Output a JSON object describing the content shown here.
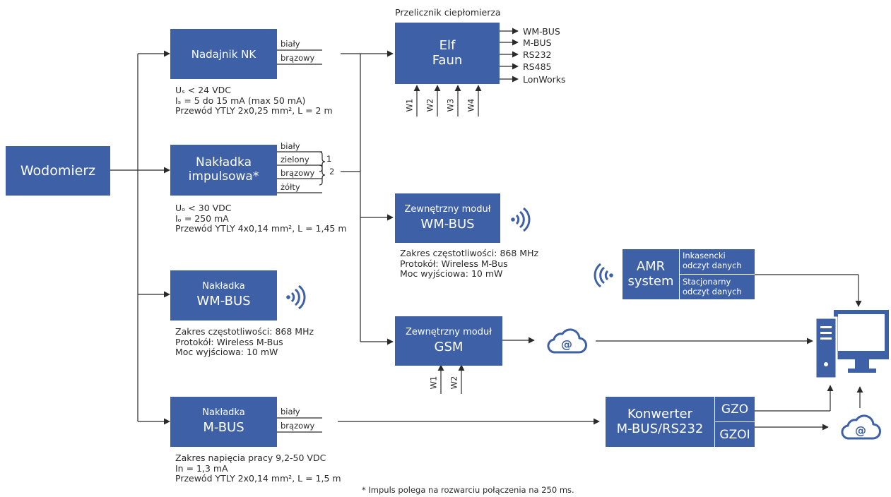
{
  "colors": {
    "box": "#3d60a6",
    "line": "#2a2a2a",
    "icon": "#3d60a6"
  },
  "wodomierz": {
    "label": "Wodomierz"
  },
  "nadajnik": {
    "label": "Nadajnik NK",
    "wire1": "biały",
    "wire2": "brązowy",
    "spec1": "Uₛ < 24 VDC",
    "spec2": "Iₛ = 5 do 15 mA (max 50 mA)",
    "spec3": "Przewód YTLY 2x0,25 mm², L = 2 m"
  },
  "impulsowa": {
    "line1": "Nakładka",
    "line2": "impulsowa*",
    "wire1": "biały",
    "wire2": "zielony",
    "wire3": "brązowy",
    "wire4": "żółty",
    "brace1": "1",
    "brace2": "2",
    "spec1": "Uₒ < 30 VDC",
    "spec2": "Iₒ = 250 mA",
    "spec3": "Przewód YTLY 4x0,14 mm², L = 1,45 m"
  },
  "wmbus_overlay": {
    "line1": "Nakładka",
    "line2": "WM-BUS",
    "spec1": "Zakres częstotliwości: 868 MHz",
    "spec2": "Protokół: Wireless M-Bus",
    "spec3": "Moc wyjściowa: 10 mW"
  },
  "mbus_overlay": {
    "line1": "Nakładka",
    "line2": "M-BUS",
    "wire1": "biały",
    "wire2": "brązowy",
    "spec1": "Zakres napięcia pracy 9,2-50 VDC",
    "spec2": "In = 1,3 mA",
    "spec3": "Przewód YTLY 2x0,14 mm², L = 1,5 m"
  },
  "elf": {
    "caption": "Przelicznik ciepłomierza",
    "line1": "Elf",
    "line2": "Faun",
    "outputs": [
      "WM-BUS",
      "M-BUS",
      "RS232",
      "RS485",
      "LonWorks"
    ],
    "inputs": [
      "W1",
      "W2",
      "W3",
      "W4"
    ]
  },
  "ext_wmbus": {
    "line1": "Zewnętrzny moduł",
    "line2": "WM-BUS",
    "spec1": "Zakres częstotliwości: 868 MHz",
    "spec2": "Protokół: Wireless M-Bus",
    "spec3": "Moc wyjściowa: 10 mW"
  },
  "ext_gsm": {
    "line1": "Zewnętrzny moduł",
    "line2": "GSM",
    "inputs": [
      "W1",
      "W2"
    ]
  },
  "amr": {
    "line1": "AMR",
    "line2": "system",
    "cell1a": "Inkasencki",
    "cell1b": "odczyt danych",
    "cell2a": "Stacjonarny",
    "cell2b": "odczyt danych"
  },
  "konwerter": {
    "line1": "Konwerter",
    "line2": "M-BUS/RS232",
    "cell1": "GZO",
    "cell2": "GZOI"
  },
  "icons": [
    "wireless-icon",
    "cloud-at-icon",
    "computer-icon"
  ],
  "footnote": "* Impuls polega na rozwarciu połączenia na 250 ms."
}
